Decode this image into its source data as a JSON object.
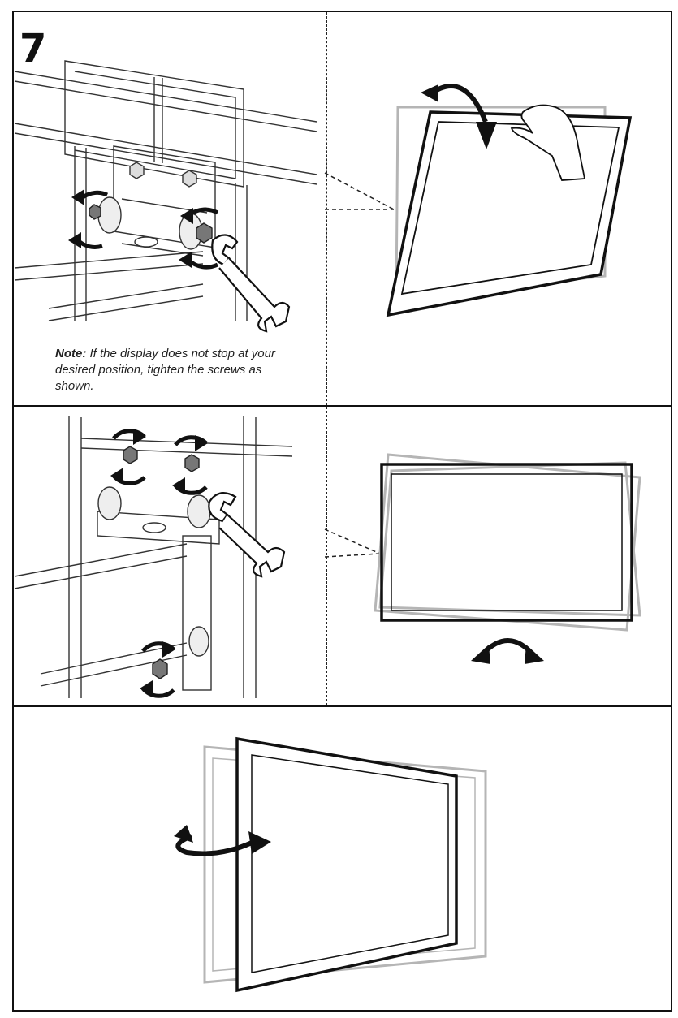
{
  "step": {
    "number": "7"
  },
  "note": {
    "label": "Note:",
    "text": "If the display does not stop at your desired position, tighten the screws as shown."
  },
  "panels": [
    {
      "id": "loosen-tilt-bolts",
      "icon": "wrench-icon"
    },
    {
      "id": "tilt-display",
      "icon": "curved-arrow-icon"
    },
    {
      "id": "loosen-level-bolts",
      "icon": "wrench-icon"
    },
    {
      "id": "level-display",
      "icon": "curved-arrow-icon"
    },
    {
      "id": "swivel-display",
      "icon": "curved-arrow-icon"
    }
  ],
  "colors": {
    "ink": "#111111",
    "ghost": "#b5b5b5",
    "nut": "#777777"
  }
}
